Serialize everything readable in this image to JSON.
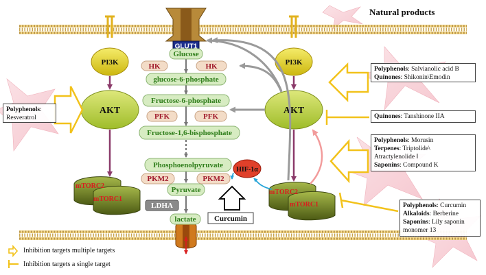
{
  "title": "Natural products",
  "membrane": {
    "transporter_label": "GLUT1"
  },
  "pathway": {
    "left_kinase": "PI3K",
    "right_kinase": "PI3K",
    "left_akt": "AKT",
    "right_akt": "AKT",
    "left_mtorc2": "mTORC2",
    "left_mtorc1": "mTORC1",
    "right_mtorc2": "mTORC2",
    "right_mtorc1": "mTORC1",
    "hif": "HIF-1α",
    "metabolites": [
      "Glucose",
      "glucose-6-phosphate",
      "Fructose-6-phosphate",
      "Fructose-1,6-bisphosphate",
      "Phosphoenolpyruvate",
      "Pyruvate",
      "lactate"
    ],
    "enzymes": {
      "hk_left": "HK",
      "hk_right": "HK",
      "pfk_left": "PFK",
      "pfk_right": "PFK",
      "pkm2_left": "PKM2",
      "pkm2_right": "PKM2",
      "ldha": "LDHA"
    },
    "curcumin_label": "Curcumin"
  },
  "boxes": {
    "resveratrol": {
      "class": "Polyphenols",
      "text": "Resveratrol"
    },
    "salvianolic": [
      {
        "class": "Polyphenols",
        "text": "Salvianolic  acid B"
      },
      {
        "class": "Quinones",
        "text": "Shikonin\\Emodin"
      }
    ],
    "tanshinone": {
      "class": "Quinones",
      "text": "Tanshinone IIA"
    },
    "morusin": [
      {
        "class": "Polyphenols",
        "text": "Morusin"
      },
      {
        "class": "Terpenes",
        "text": "Triptolide\\"
      },
      {
        "class": "",
        "text": "Atractylenolide Ⅰ"
      },
      {
        "class": "Saponins",
        "text": "Compound K"
      }
    ],
    "curcumin": [
      {
        "class": "Polyphenols",
        "text": "Curcumin"
      },
      {
        "class": "Alkaloids",
        "text": "Berberine"
      },
      {
        "class": "Saponins",
        "text": "Lily saponin"
      },
      {
        "class": "",
        "text": "monomer 13"
      }
    ]
  },
  "legend": {
    "multiple": "Inhibition targets multiple targets",
    "single": "Inhibition targets a single target"
  },
  "colors": {
    "membrane": "#e6b347",
    "kinase": "#e6d31a",
    "akt": "#b9cf40",
    "pill_fill": "#d7ecc2",
    "pill_text": "#2e7d1a",
    "enzyme_fill": "#f3dcc7",
    "enzyme_text": "#a0182a",
    "activation_arrow": "#8b3a6a",
    "gray_arrow": "#9a9a9a",
    "inhibition": "#f2c21b",
    "hif": "#e0402a",
    "glut1": "#1c2e8c"
  }
}
